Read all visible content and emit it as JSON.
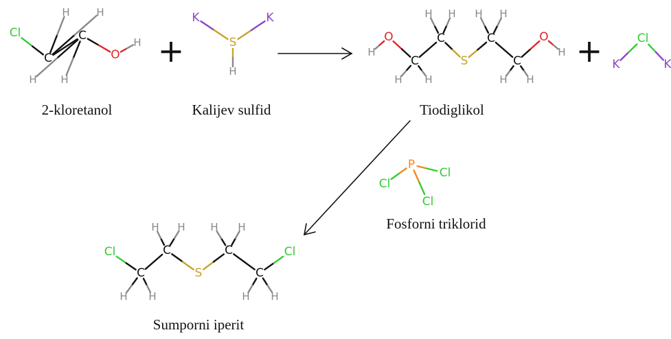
{
  "colors": {
    "C": "#111111",
    "H": "#888888",
    "O": "#e0242a",
    "S": "#c9a227",
    "Cl": "#33cc33",
    "K": "#8e44c6",
    "P": "#f08a1c"
  },
  "plus_sign": "+",
  "molecules": [
    {
      "id": "chloroethanol",
      "caption": "2-kloretanol",
      "atoms": [
        {
          "el": "Cl",
          "label": "Cl"
        },
        {
          "el": "C",
          "label": "C"
        },
        {
          "el": "C",
          "label": "C"
        },
        {
          "el": "O",
          "label": "O"
        },
        {
          "el": "H",
          "label": "H"
        },
        {
          "el": "H",
          "label": "H"
        },
        {
          "el": "H",
          "label": "H"
        },
        {
          "el": "H",
          "label": "H"
        },
        {
          "el": "H",
          "label": "H"
        }
      ],
      "bonds": [
        [
          0,
          1
        ],
        [
          1,
          2
        ],
        [
          2,
          3
        ],
        [
          3,
          4
        ],
        [
          1,
          5
        ],
        [
          1,
          6
        ],
        [
          2,
          7
        ],
        [
          2,
          8
        ]
      ]
    },
    {
      "id": "potassium-sulfide",
      "caption": "Kalijev sulfid",
      "atoms": [
        {
          "el": "K",
          "label": "K"
        },
        {
          "el": "S",
          "label": "S"
        },
        {
          "el": "K",
          "label": "K"
        },
        {
          "el": "H",
          "label": "H"
        }
      ],
      "bonds": [
        [
          0,
          1
        ],
        [
          1,
          2
        ],
        [
          1,
          3
        ]
      ]
    },
    {
      "id": "thiodiglycol",
      "caption": "Tiodiglikol",
      "atoms": [
        {
          "el": "H",
          "label": "H"
        },
        {
          "el": "O",
          "label": "O"
        },
        {
          "el": "C",
          "label": "C"
        },
        {
          "el": "C",
          "label": "C"
        },
        {
          "el": "S",
          "label": "S"
        },
        {
          "el": "C",
          "label": "C"
        },
        {
          "el": "C",
          "label": "C"
        },
        {
          "el": "O",
          "label": "O"
        },
        {
          "el": "H",
          "label": "H"
        },
        {
          "el": "H",
          "label": "H"
        },
        {
          "el": "H",
          "label": "H"
        },
        {
          "el": "H",
          "label": "H"
        },
        {
          "el": "H",
          "label": "H"
        },
        {
          "el": "H",
          "label": "H"
        },
        {
          "el": "H",
          "label": "H"
        },
        {
          "el": "H",
          "label": "H"
        },
        {
          "el": "H",
          "label": "H"
        }
      ],
      "bonds": [
        [
          0,
          1
        ],
        [
          1,
          2
        ],
        [
          2,
          3
        ],
        [
          3,
          4
        ],
        [
          4,
          5
        ],
        [
          5,
          6
        ],
        [
          6,
          7
        ],
        [
          7,
          8
        ],
        [
          2,
          9
        ],
        [
          2,
          10
        ],
        [
          3,
          11
        ],
        [
          3,
          12
        ],
        [
          5,
          13
        ],
        [
          5,
          14
        ],
        [
          6,
          15
        ],
        [
          6,
          16
        ]
      ]
    },
    {
      "id": "potassium-chloride",
      "caption": "",
      "atoms": [
        {
          "el": "K",
          "label": "K"
        },
        {
          "el": "Cl",
          "label": "Cl"
        },
        {
          "el": "K",
          "label": "K"
        }
      ],
      "bonds": [
        [
          0,
          1
        ],
        [
          1,
          2
        ]
      ]
    },
    {
      "id": "phosphorus-trichloride",
      "caption": "Fosforni triklorid",
      "atoms": [
        {
          "el": "P",
          "label": "P"
        },
        {
          "el": "Cl",
          "label": "Cl"
        },
        {
          "el": "Cl",
          "label": "Cl"
        },
        {
          "el": "Cl",
          "label": "Cl"
        }
      ],
      "bonds": [
        [
          0,
          1
        ],
        [
          0,
          2
        ],
        [
          0,
          3
        ]
      ]
    },
    {
      "id": "sulfur-mustard",
      "caption": "Sumporni iperit",
      "atoms": [
        {
          "el": "Cl",
          "label": "Cl"
        },
        {
          "el": "C",
          "label": "C"
        },
        {
          "el": "C",
          "label": "C"
        },
        {
          "el": "S",
          "label": "S"
        },
        {
          "el": "C",
          "label": "C"
        },
        {
          "el": "C",
          "label": "C"
        },
        {
          "el": "Cl",
          "label": "Cl"
        },
        {
          "el": "H",
          "label": "H"
        },
        {
          "el": "H",
          "label": "H"
        },
        {
          "el": "H",
          "label": "H"
        },
        {
          "el": "H",
          "label": "H"
        },
        {
          "el": "H",
          "label": "H"
        },
        {
          "el": "H",
          "label": "H"
        },
        {
          "el": "H",
          "label": "H"
        },
        {
          "el": "H",
          "label": "H"
        }
      ],
      "bonds": [
        [
          0,
          1
        ],
        [
          1,
          2
        ],
        [
          2,
          3
        ],
        [
          3,
          4
        ],
        [
          4,
          5
        ],
        [
          5,
          6
        ],
        [
          1,
          7
        ],
        [
          1,
          8
        ],
        [
          2,
          9
        ],
        [
          2,
          10
        ],
        [
          4,
          11
        ],
        [
          4,
          12
        ],
        [
          5,
          13
        ],
        [
          5,
          14
        ]
      ]
    }
  ]
}
